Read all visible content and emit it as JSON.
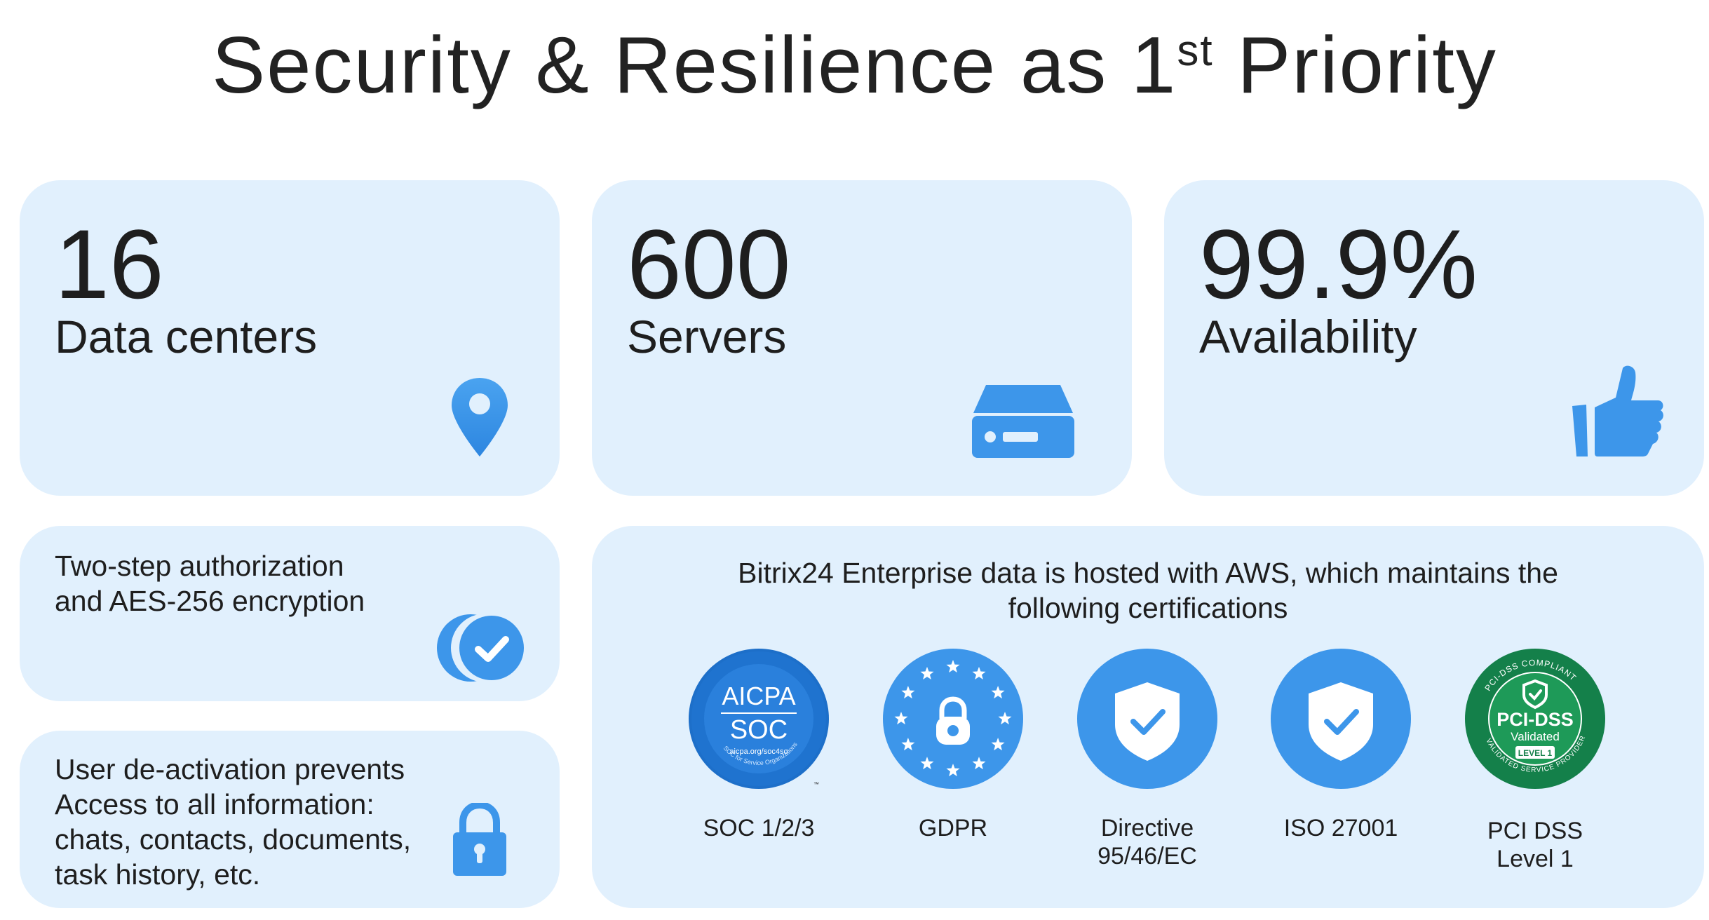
{
  "title": {
    "main": "Security & Resilience as 1",
    "sup": "st",
    "tail": " Priority"
  },
  "stats": [
    {
      "value": "16",
      "label": "Data centers",
      "icon": "location-pin-icon"
    },
    {
      "value": "600",
      "label": "Servers",
      "icon": "server-icon"
    },
    {
      "value": "99.9%",
      "label": "Availability",
      "icon": "thumbs-up-icon"
    }
  ],
  "features": [
    {
      "lines": [
        "Two-step authorization",
        "and AES-256 encryption"
      ],
      "icon": "double-check-icon"
    },
    {
      "lines": [
        "User de-activation prevents",
        "Access to all information:",
        "chats, contacts, documents,",
        "task history, etc."
      ],
      "icon": "padlock-icon"
    }
  ],
  "aws": {
    "intro_line1": "Bitrix24 Enterprise data is hosted with AWS, which maintains the",
    "intro_line2": "following certifications",
    "certs": [
      {
        "label_line1": "SOC 1/2/3",
        "label_line2": "",
        "badge_text": [
          "AICPA",
          "SOC",
          "aicpa.org/soc4so",
          "SOC for Service Organizations",
          "Service Organizations",
          "™"
        ],
        "icon": "aicpa-soc-badge"
      },
      {
        "label_line1": "GDPR",
        "label_line2": "",
        "icon": "eu-stars-lock-icon"
      },
      {
        "label_line1": "Directive",
        "label_line2": "95/46/EC",
        "icon": "shield-check-icon"
      },
      {
        "label_line1": "ISO 27001",
        "label_line2": "",
        "icon": "shield-check-icon"
      },
      {
        "label_line1": "PCI DSS",
        "label_line2": "Level 1",
        "badge_text": [
          "PCI-DSS",
          "Validated",
          "LEVEL 1",
          "PCI-DSS COMPLIANT",
          "VALIDATED SERVICE PROVIDER"
        ],
        "icon": "pci-dss-badge"
      }
    ]
  },
  "colors": {
    "card_bg": "#e1f0fd",
    "icon_blue": "#3d96ea",
    "pci_green": "#14804a"
  }
}
